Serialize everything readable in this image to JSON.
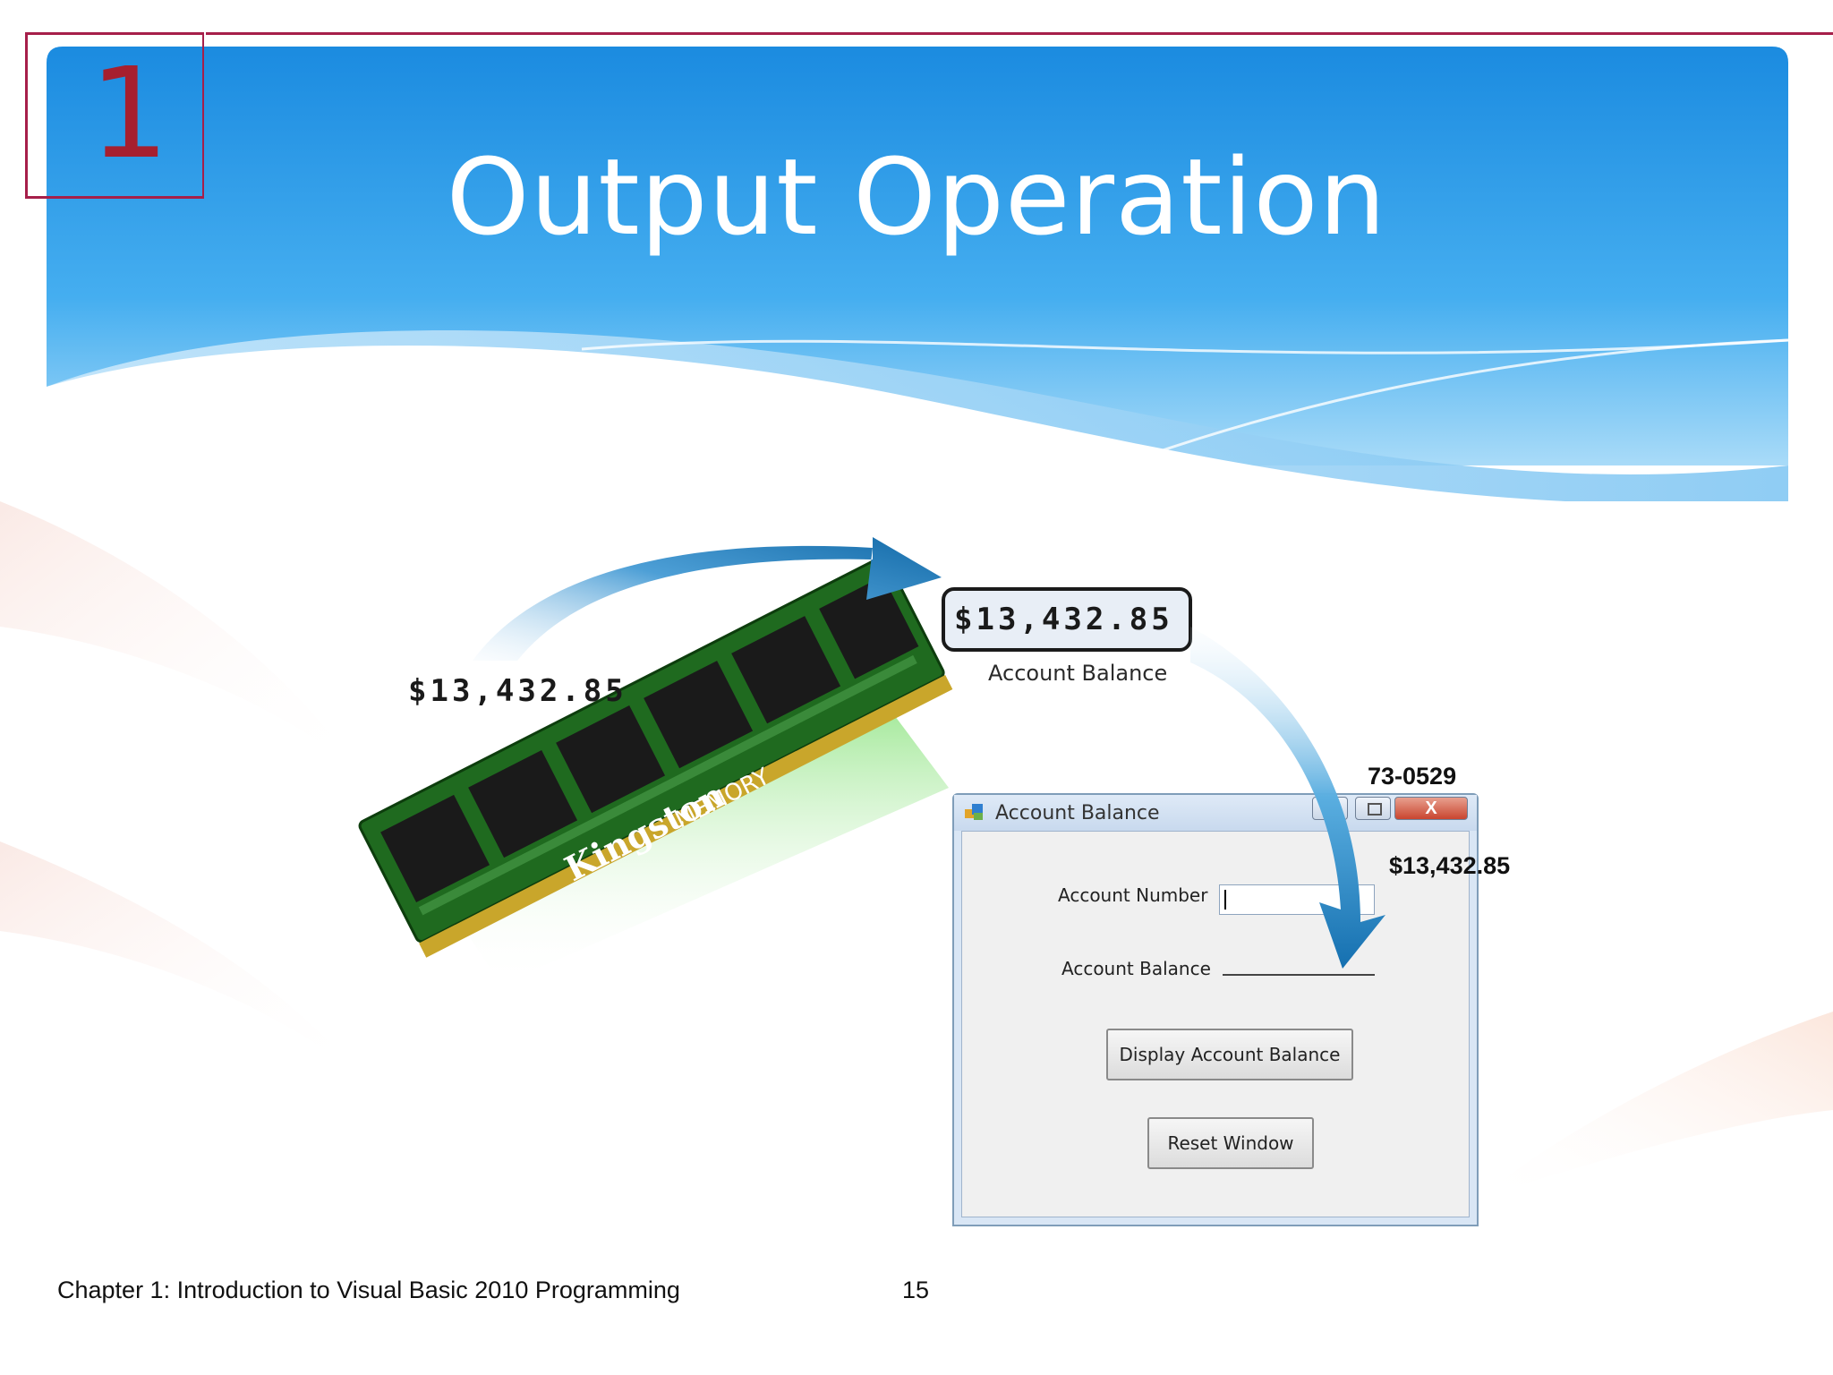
{
  "slide": {
    "number": "1",
    "title": "Output Operation"
  },
  "diagram": {
    "memory_value": "$13,432.85",
    "lcd_value": "$13,432.85",
    "lcd_caption": "Account Balance",
    "memory_brand": "Kingston",
    "memory_label": "MEMORY"
  },
  "window": {
    "title": "Account Balance",
    "close_glyph": "X",
    "fields": {
      "account_number_label": "Account Number",
      "account_number_value": "",
      "account_balance_label": "Account Balance"
    },
    "buttons": {
      "display": "Display Account Balance",
      "reset": "Reset Window"
    }
  },
  "annotations": {
    "account_number": "73-0529",
    "balance": "$13,432.85"
  },
  "footer": {
    "chapter": "Chapter 1: Introduction to Visual Basic 2010 Programming",
    "page": "15"
  },
  "colors": {
    "accent": "#a61f4a",
    "header_blue": "#1e90e6"
  }
}
